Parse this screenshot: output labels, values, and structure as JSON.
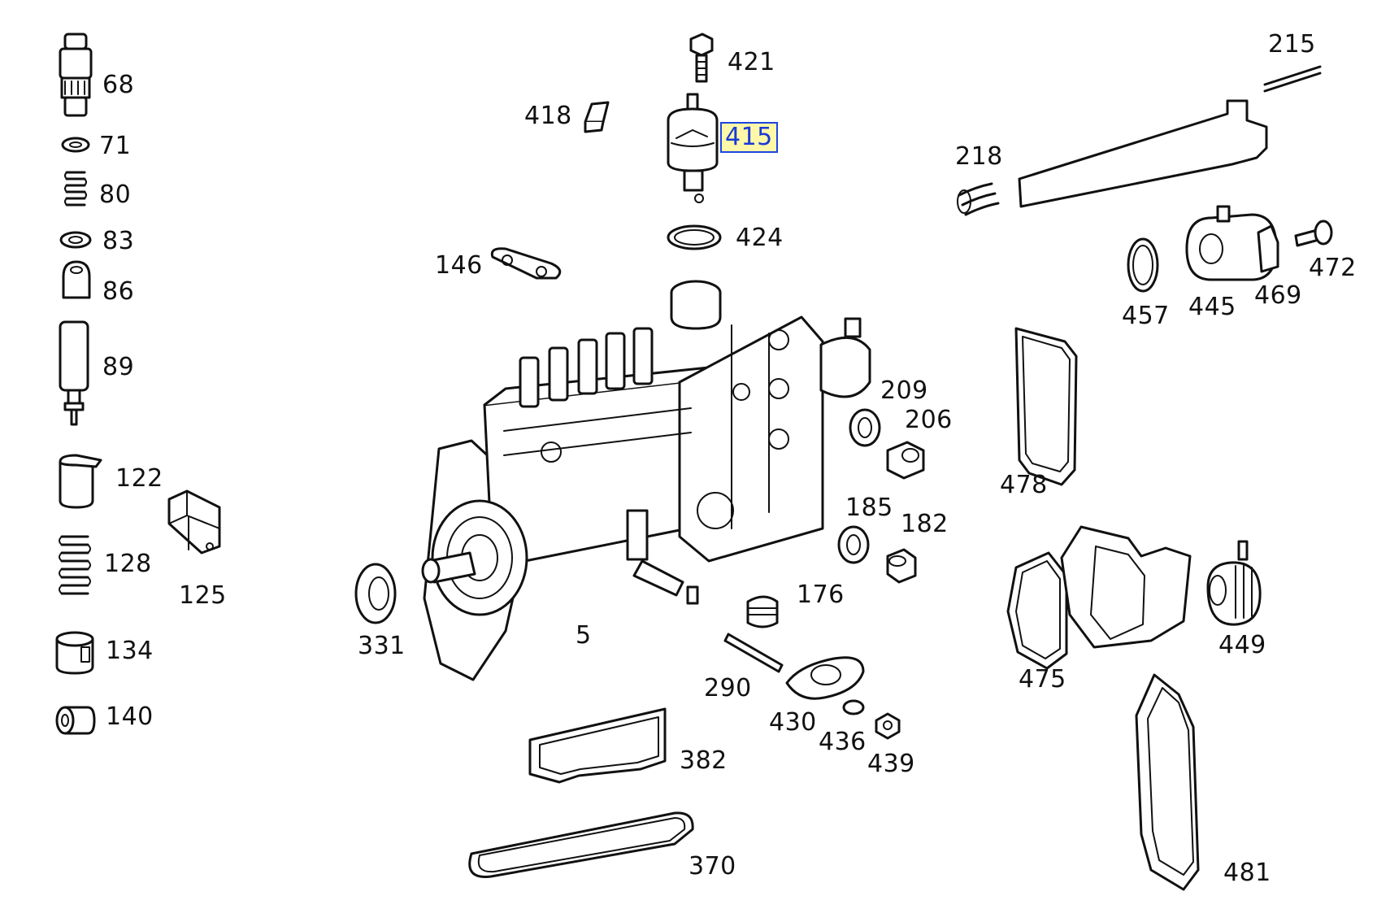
{
  "callouts": [
    {
      "id": "68",
      "label": "68"
    },
    {
      "id": "71",
      "label": "71"
    },
    {
      "id": "80",
      "label": "80"
    },
    {
      "id": "83",
      "label": "83"
    },
    {
      "id": "86",
      "label": "86"
    },
    {
      "id": "89",
      "label": "89"
    },
    {
      "id": "122",
      "label": "122"
    },
    {
      "id": "125",
      "label": "125"
    },
    {
      "id": "128",
      "label": "128"
    },
    {
      "id": "134",
      "label": "134"
    },
    {
      "id": "140",
      "label": "140"
    },
    {
      "id": "418",
      "label": "418"
    },
    {
      "id": "421",
      "label": "421"
    },
    {
      "id": "415",
      "label": "415",
      "highlighted": true
    },
    {
      "id": "424",
      "label": "424"
    },
    {
      "id": "146",
      "label": "146"
    },
    {
      "id": "215",
      "label": "215"
    },
    {
      "id": "218",
      "label": "218"
    },
    {
      "id": "457",
      "label": "457"
    },
    {
      "id": "445",
      "label": "445"
    },
    {
      "id": "469",
      "label": "469"
    },
    {
      "id": "472",
      "label": "472"
    },
    {
      "id": "209",
      "label": "209"
    },
    {
      "id": "206",
      "label": "206"
    },
    {
      "id": "478",
      "label": "478"
    },
    {
      "id": "185",
      "label": "185"
    },
    {
      "id": "182",
      "label": "182"
    },
    {
      "id": "176",
      "label": "176"
    },
    {
      "id": "331",
      "label": "331"
    },
    {
      "id": "5",
      "label": "5"
    },
    {
      "id": "290",
      "label": "290"
    },
    {
      "id": "430",
      "label": "430"
    },
    {
      "id": "436",
      "label": "436"
    },
    {
      "id": "439",
      "label": "439"
    },
    {
      "id": "382",
      "label": "382"
    },
    {
      "id": "370",
      "label": "370"
    },
    {
      "id": "475",
      "label": "475"
    },
    {
      "id": "449",
      "label": "449"
    },
    {
      "id": "481",
      "label": "481"
    }
  ],
  "colors": {
    "highlight_fill": "#fff8a8",
    "highlight_border": "#1f44e0",
    "highlight_text": "#1a3ad6",
    "line": "#111111"
  }
}
